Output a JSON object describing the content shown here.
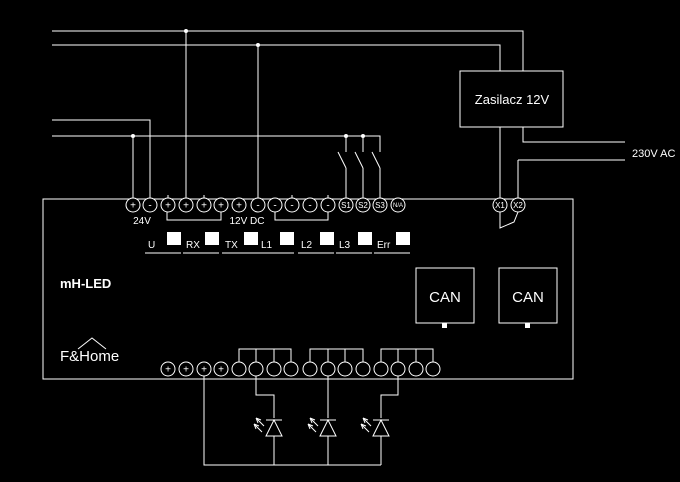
{
  "module": {
    "name": "mH-LED",
    "logo": "F&Home"
  },
  "power_supply": {
    "label": "Zasilacz 12V",
    "mains_label": "230V AC",
    "terminals": [
      "X1",
      "X2"
    ]
  },
  "labels": {
    "v24": "24V",
    "v12dc": "12V DC"
  },
  "top_terminals": [
    "+",
    "-",
    "+",
    "+",
    "+",
    "+",
    "+",
    "-",
    "-",
    "-",
    "-",
    "-",
    "S1",
    "S2",
    "S3",
    "N/A"
  ],
  "indicators": [
    "U",
    "RX",
    "TX",
    "L1",
    "L2",
    "L3",
    "Err"
  ],
  "can_ports": [
    "CAN",
    "CAN"
  ],
  "bottom_terminals": {
    "plus": [
      "+",
      "+",
      "+",
      "+"
    ]
  },
  "colors": {
    "background": "#000000",
    "line": "#ffffff"
  }
}
